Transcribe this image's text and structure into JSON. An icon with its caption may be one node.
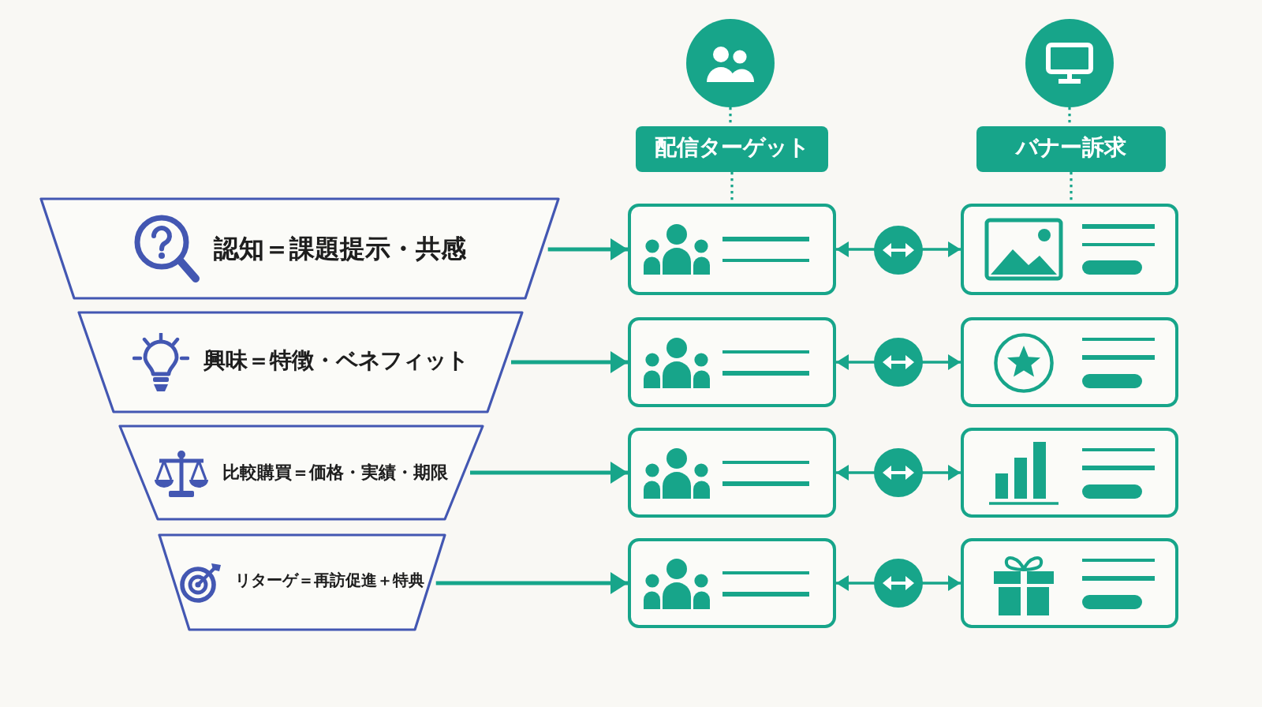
{
  "diagram": {
    "nodes": [
      {
        "text": [],
        "shape": "circle"
      },
      {
        "text": [],
        "shape": "circle"
      },
      {
        "text": [
          "配信ターゲット"
        ]
      },
      {
        "text": [
          "バナー訴求"
        ]
      },
      {
        "text": [
          "認知＝課題提示・共感"
        ]
      },
      {
        "text": [],
        "shape": "box"
      },
      {
        "text": [],
        "shape": "box"
      },
      {
        "text": [
          "興味＝特徴・ベネフィット"
        ]
      },
      {
        "text": [],
        "shape": "box"
      },
      {
        "text": [],
        "shape": "box"
      },
      {
        "text": [
          "比較購買＝価格・実績・期限"
        ]
      },
      {
        "text": [],
        "shape": "box"
      },
      {
        "text": [],
        "shape": "box"
      },
      {
        "text": [
          "リターゲ＝再訪促進＋特典"
        ]
      },
      {
        "text": [],
        "shape": "box"
      },
      {
        "text": [],
        "shape": "box"
      }
    ],
    "edges": [
      {
        "from": 0,
        "to": 2,
        "arrow": "none",
        "style": "dashed"
      },
      {
        "from": 2,
        "to": 5,
        "arrow": "none",
        "style": "dashed"
      },
      {
        "from": 1,
        "to": 3,
        "arrow": "none",
        "style": "dashed"
      },
      {
        "from": 3,
        "to": 6,
        "arrow": "none",
        "style": "dashed"
      },
      {
        "from": 4,
        "to": 5,
        "arrow": "to"
      },
      {
        "from": 5,
        "to": 6,
        "arrow": "both"
      },
      {
        "from": 7,
        "to": 8,
        "arrow": "to"
      },
      {
        "from": 8,
        "to": 9,
        "arrow": "both"
      },
      {
        "from": 10,
        "to": 11,
        "arrow": "to"
      },
      {
        "from": 11,
        "to": 12,
        "arrow": "both"
      },
      {
        "from": 13,
        "to": 14,
        "arrow": "to"
      },
      {
        "from": 14,
        "to": 15,
        "arrow": "both"
      }
    ]
  }
}
